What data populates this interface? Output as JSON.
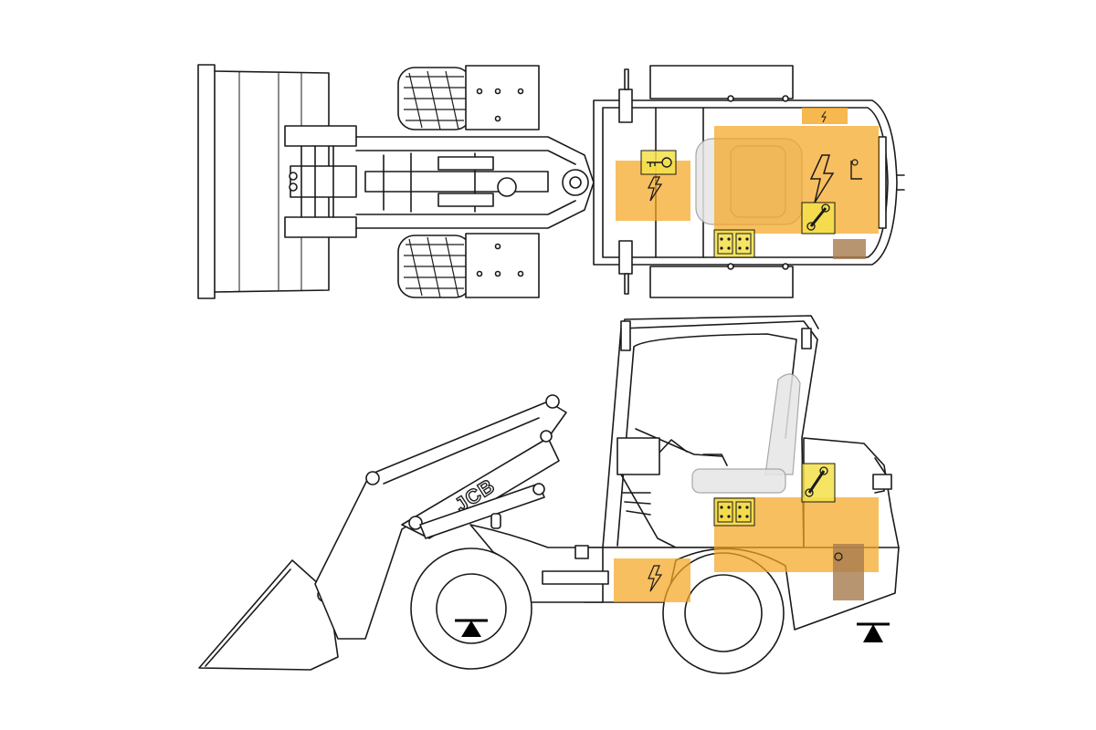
{
  "brand": {
    "logo_text": "JCB"
  },
  "colors": {
    "line": "#1a1a1a",
    "background": "#ffffff",
    "highlight_orange": "#f5a623",
    "highlight_yellow": "#f5e14a",
    "highlight_brown": "#a67a4e",
    "ghost_seat": "#e6e6e6",
    "marker": "#000000"
  },
  "views": [
    {
      "name": "top-view"
    },
    {
      "name": "side-view"
    }
  ],
  "highlight_zones": [
    {
      "view": "top",
      "color": "orange",
      "icon": "lightning-icon"
    },
    {
      "view": "top",
      "color": "orange",
      "icon": "lightning-icon"
    },
    {
      "view": "top",
      "color": "orange",
      "icon": "lightning-icon"
    },
    {
      "view": "top",
      "color": "yellow",
      "icon": "key-icon"
    },
    {
      "view": "top",
      "color": "yellow",
      "icon": "lever-icon"
    },
    {
      "view": "top",
      "color": "yellow",
      "icon": "fuse-box-icon"
    },
    {
      "view": "top",
      "color": "brown",
      "icon": ""
    },
    {
      "view": "side",
      "color": "orange",
      "icon": "lightning-icon"
    },
    {
      "view": "side",
      "color": "orange",
      "icon": ""
    },
    {
      "view": "side",
      "color": "yellow",
      "icon": "lever-icon"
    },
    {
      "view": "side",
      "color": "yellow",
      "icon": "fuse-box-icon"
    },
    {
      "view": "side",
      "color": "brown",
      "icon": ""
    }
  ],
  "markers": [
    {
      "icon": "lift-point-icon"
    },
    {
      "icon": "lift-point-icon"
    }
  ]
}
